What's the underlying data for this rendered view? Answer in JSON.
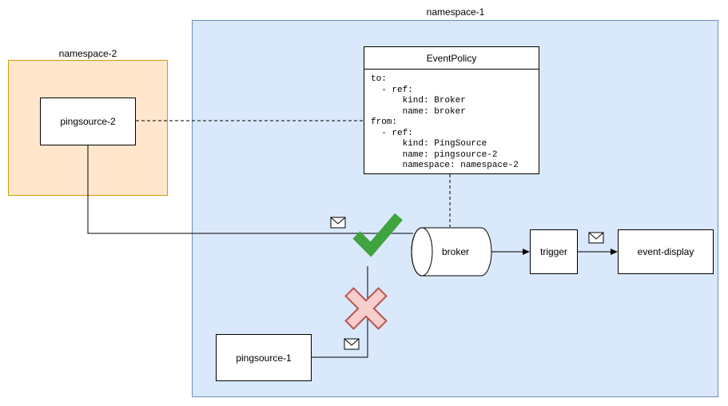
{
  "diagram": {
    "namespace1": {
      "label": "namespace-1"
    },
    "namespace2": {
      "label": "namespace-2"
    },
    "nodes": {
      "pingsource2": {
        "label": "pingsource-2"
      },
      "pingsource1": {
        "label": "pingsource-1"
      },
      "broker": {
        "label": "broker"
      },
      "trigger": {
        "label": "trigger"
      },
      "event_display": {
        "label": "event-display"
      }
    },
    "event_policy": {
      "title": "EventPolicy",
      "body": "to:\n  - ref:\n      kind: Broker\n      name: broker\nfrom:\n  - ref:\n      kind: PingSource\n      name: pingsource-2\n      namespace: namespace-2"
    },
    "icons": {
      "allowed": "check-icon",
      "blocked": "cross-icon",
      "message": "envelope-icon"
    },
    "colors": {
      "namespace1_fill": "#dae8fc",
      "namespace1_stroke": "#6c8ebf",
      "namespace2_fill": "#ffe6cc",
      "namespace2_stroke": "#d79b00",
      "check_green": "#3fa33f",
      "cross_fill": "#f8cecc",
      "cross_stroke": "#b85450"
    }
  }
}
